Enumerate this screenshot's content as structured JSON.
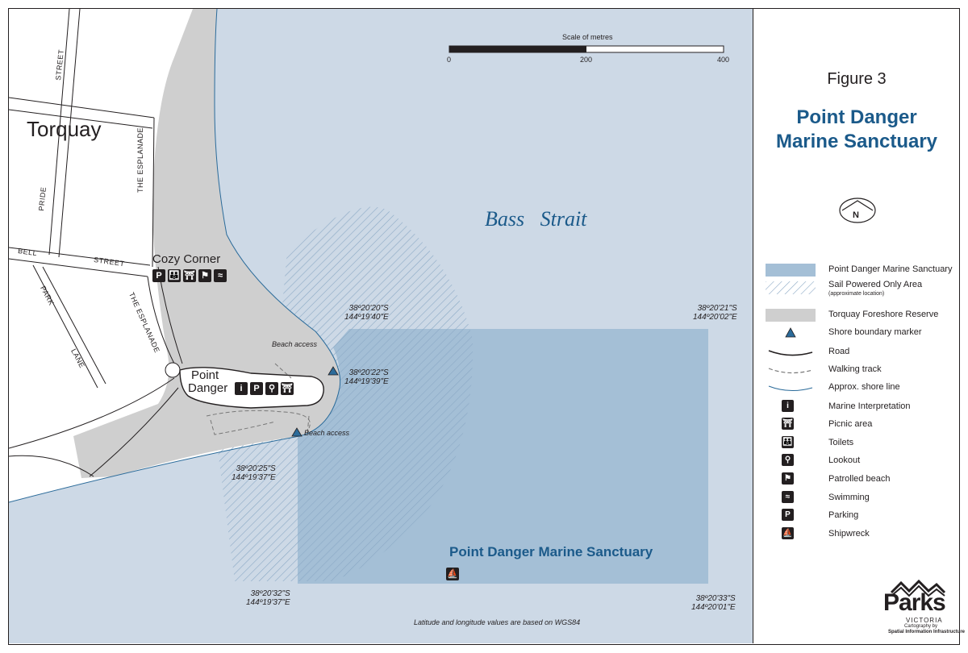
{
  "map": {
    "town_label": "Torquay",
    "water_label": "Bass   Strait",
    "sanctuary_label": "Point Danger Marine Sanctuary",
    "cozy_corner_label": "Cozy Corner",
    "point_danger_label_1": "Point",
    "point_danger_label_2": "Danger",
    "beach_access_1": "Beach access",
    "beach_access_2": "Beach access",
    "datum_note": "Latitude and longitude values are based on WGS84",
    "streets": {
      "street_top": "STREET",
      "the_esplanade_top": "THE  ESPLANADE",
      "pride": "PRIDE",
      "bell": "BELL",
      "street_mid": "STREET",
      "park": "PARK",
      "lane": "LANE",
      "the_esplanade_bottom": "THE  ESPLANADE"
    },
    "coords": {
      "c1_lat": "38º20'20\"S",
      "c1_lon": "144º19'40\"E",
      "c2_lat": "38º20'21\"S",
      "c2_lon": "144º20'02\"E",
      "c3_lat": "38º20'22\"S",
      "c3_lon": "144º19'39\"E",
      "c4_lat": "38º20'25\"S",
      "c4_lon": "144º19'37\"E",
      "c5_lat": "38º20'32\"S",
      "c5_lon": "144º19'37\"E",
      "c6_lat": "38º20'33\"S",
      "c6_lon": "144º20'01\"E"
    },
    "scale": {
      "title": "Scale of metres",
      "tick_0": "0",
      "tick_200": "200",
      "tick_400": "400"
    },
    "north_label": "N"
  },
  "panel": {
    "figure_number": "Figure 3",
    "title_line1": "Point Danger",
    "title_line2": "Marine Sanctuary",
    "logo_word": "Parks",
    "logo_sub": "VICTORIA",
    "credit_line1": "Cartography by",
    "credit_line2": "Spatial Information Infrastructure"
  },
  "legend": [
    {
      "label": "Point Danger Marine Sanctuary"
    },
    {
      "label": "Sail Powered Only Area",
      "sub": "(approximate location)"
    },
    {
      "label": "Torquay Foreshore Reserve"
    },
    {
      "label": "Shore boundary marker"
    },
    {
      "label": "Road"
    },
    {
      "label": "Walking track"
    },
    {
      "label": "Approx. shore line"
    },
    {
      "label": "Marine Interpretation",
      "icon": "i"
    },
    {
      "label": "Picnic area",
      "icon": "⛩"
    },
    {
      "label": "Toilets",
      "icon": "👪"
    },
    {
      "label": "Lookout",
      "icon": "⚲"
    },
    {
      "label": "Patrolled beach",
      "icon": "⚑"
    },
    {
      "label": "Swimming",
      "icon": "≈"
    },
    {
      "label": "Parking",
      "icon": "P"
    },
    {
      "label": "Shipwreck",
      "icon": "⛵"
    }
  ],
  "colors": {
    "sea": "#cdd9e6",
    "sanctuary": "#a4bfd6",
    "reserve": "#cfcfcf",
    "title_blue": "#1b5a8a",
    "shore": "#2b6b9a"
  }
}
